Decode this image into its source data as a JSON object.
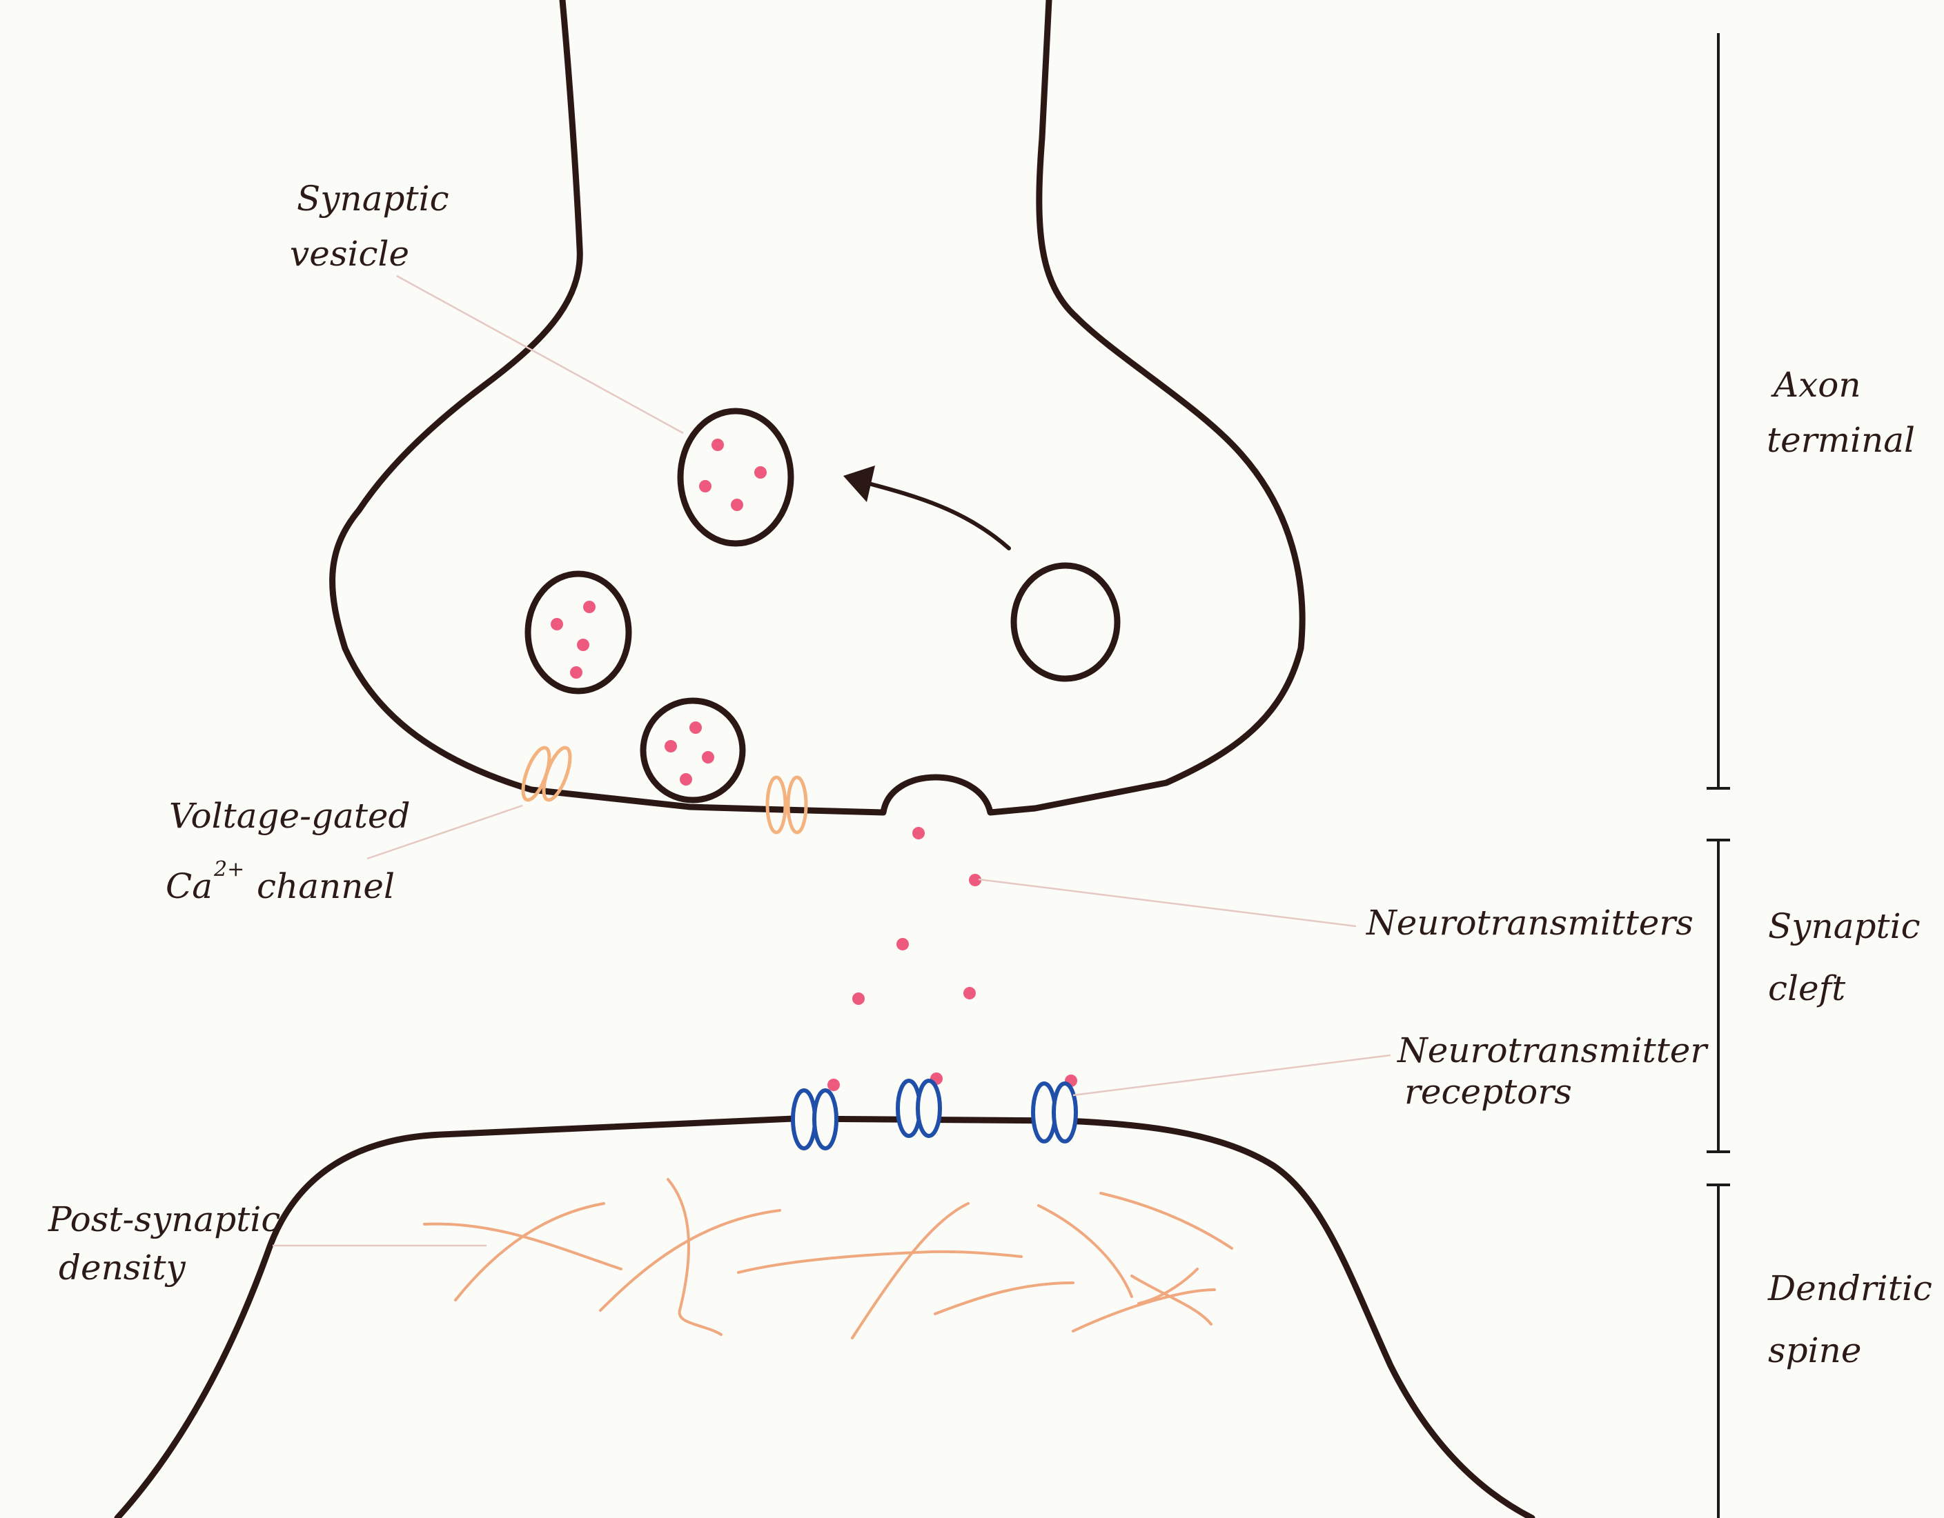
{
  "labels": {
    "synaptic_vesicle": [
      "Synaptic",
      "vesicle"
    ],
    "voltage_gated": [
      "Voltage-gated",
      "Ca",
      "2+",
      "channel"
    ],
    "neurotransmitters": "Neurotransmitters",
    "nt_receptors": [
      "Neurotransmitter",
      "receptors"
    ],
    "psd": [
      "Post-synaptic",
      "density"
    ],
    "regions": {
      "axon_terminal": [
        "Axon",
        "terminal"
      ],
      "synaptic_cleft": [
        "Synaptic",
        "cleft"
      ],
      "dendritic_spine": [
        "Dendritic",
        "spine"
      ]
    }
  },
  "colors": {
    "background": "#fbfbf7",
    "membrane": "#2b1714",
    "neurotransmitter": "#ee5a7e",
    "ca_channel": "#f3b27e",
    "receptor": "#1f4fa8",
    "psd_fibers": "#f0a87e",
    "leader_lines": "#e6c8c3",
    "scale_bar": "#1a1a1a"
  }
}
